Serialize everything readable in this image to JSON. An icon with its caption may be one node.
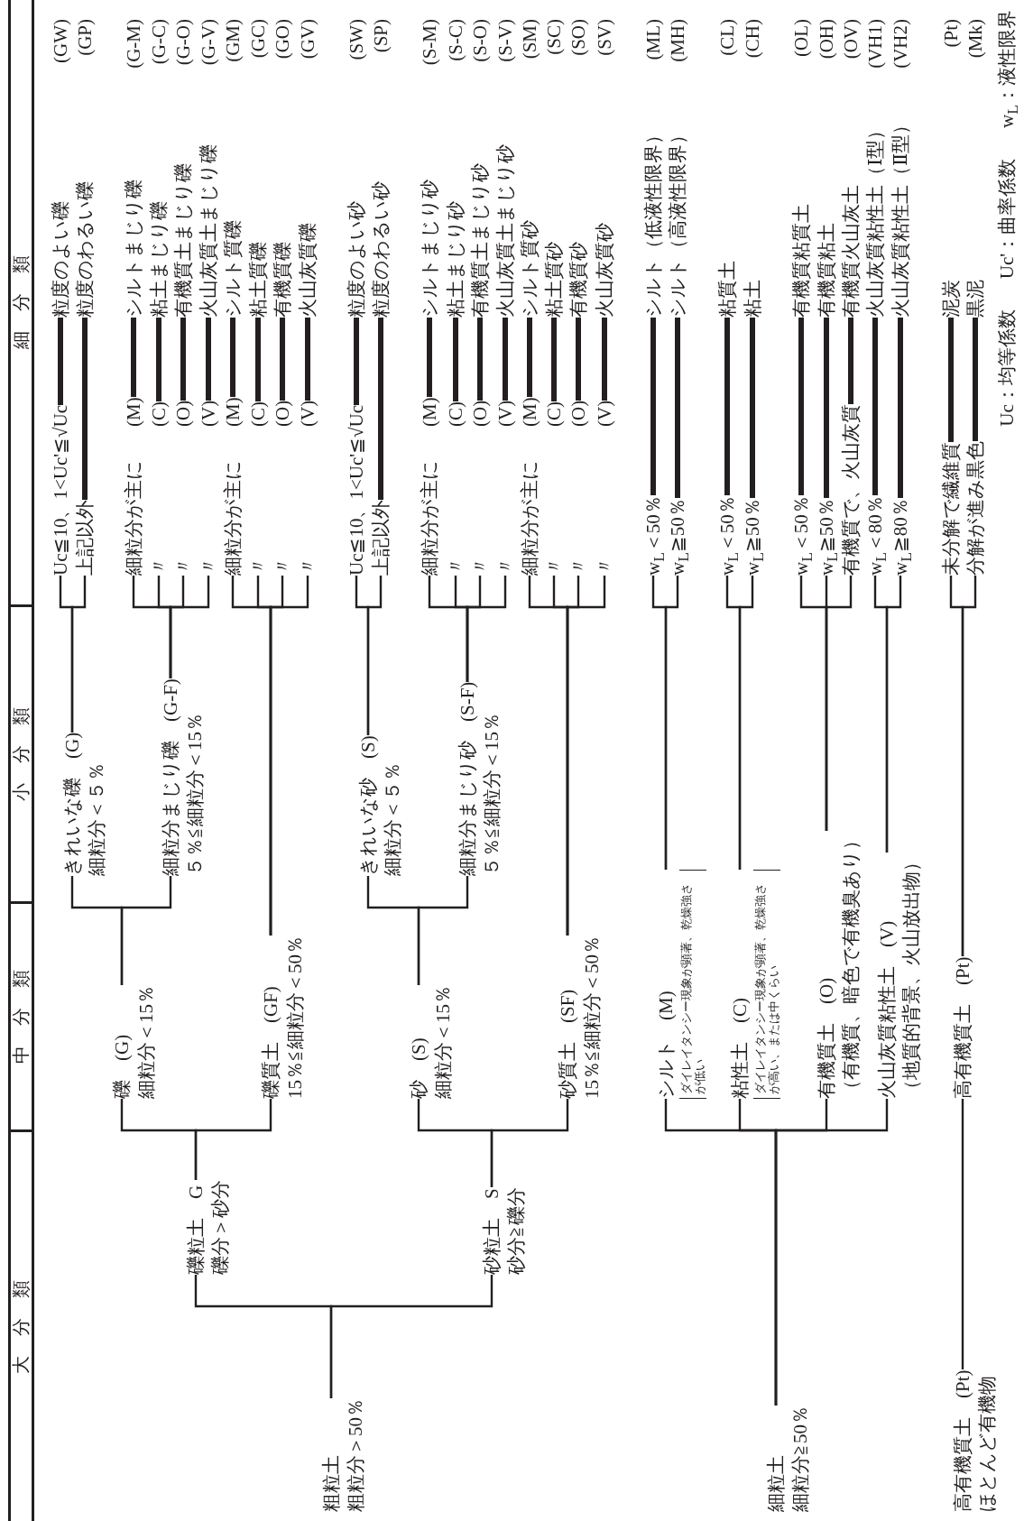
{
  "diagram": {
    "nodes": [
      {
        "text": [
          "粗粒土",
          "粗粒分＞50％"
        ]
      },
      {
        "text": [
          "礫粒土　G",
          "礫分＞砂分"
        ]
      },
      {
        "text": [
          "礫　(G)",
          "細粒分＜15％"
        ]
      },
      {
        "text": [
          "きれいな礫　(G)",
          "細粒分＜５％"
        ]
      },
      {
        "text": [
          "Uc≦10、1<Uc'≦√Uc"
        ]
      },
      {
        "text": [
          "粒度のよい礫",
          "(GW)"
        ]
      },
      {
        "text": [
          "上記以外"
        ]
      },
      {
        "text": [
          "粒度のわるい礫",
          "(GP)"
        ]
      },
      {
        "text": [
          "細粒分まじり礫　(G-F)",
          "５％≦細粒分＜15％"
        ]
      },
      {
        "text": [
          "細粒分が主に",
          "(M)"
        ]
      },
      {
        "text": [
          "シルトまじり礫",
          "(G-M)"
        ]
      },
      {
        "text": [
          "〃",
          "(C)"
        ]
      },
      {
        "text": [
          "粘土まじり礫",
          "(G-C)"
        ]
      },
      {
        "text": [
          "〃",
          "(O)"
        ]
      },
      {
        "text": [
          "有機質土まじり礫",
          "(G-O)"
        ]
      },
      {
        "text": [
          "〃",
          "(V)"
        ]
      },
      {
        "text": [
          "火山灰質土まじり礫",
          "(G-V)"
        ]
      },
      {
        "text": [
          "礫質土　(GF)",
          "15％≦細粒分＜50％"
        ]
      },
      {
        "text": [
          "細粒分が主に",
          "(M)"
        ]
      },
      {
        "text": [
          "シルト質礫",
          "(GM)"
        ]
      },
      {
        "text": [
          "〃",
          "(C)"
        ]
      },
      {
        "text": [
          "粘土質礫",
          "(GC)"
        ]
      },
      {
        "text": [
          "〃",
          "(O)"
        ]
      },
      {
        "text": [
          "有機質礫",
          "(GO)"
        ]
      },
      {
        "text": [
          "〃",
          "(V)"
        ]
      },
      {
        "text": [
          "火山灰質礫",
          "(GV)"
        ]
      },
      {
        "text": [
          "砂粒土　S",
          "砂分≧礫分"
        ]
      },
      {
        "text": [
          "砂　(S)",
          "細粒分＜15％"
        ]
      },
      {
        "text": [
          "きれいな砂　(S)",
          "細粒分＜５％"
        ]
      },
      {
        "text": [
          "Uc≦10、1<Uc'≦√Uc"
        ]
      },
      {
        "text": [
          "粒度のよい砂",
          "(SW)"
        ]
      },
      {
        "text": [
          "上記以外"
        ]
      },
      {
        "text": [
          "粒度のわるい砂",
          "(SP)"
        ]
      },
      {
        "text": [
          "細粒分まじり砂　(S-F)",
          "５％≦細粒分＜15％"
        ]
      },
      {
        "text": [
          "細粒分が主に",
          "(M)"
        ]
      },
      {
        "text": [
          "シルトまじり砂",
          "(S-M)"
        ]
      },
      {
        "text": [
          "〃",
          "(C)"
        ]
      },
      {
        "text": [
          "粘土まじり砂",
          "(S-C)"
        ]
      },
      {
        "text": [
          "〃",
          "(O)"
        ]
      },
      {
        "text": [
          "有機質土まじり砂",
          "(S-O)"
        ]
      },
      {
        "text": [
          "〃",
          "(V)"
        ]
      },
      {
        "text": [
          "火山灰質土まじり砂",
          "(S-V)"
        ]
      },
      {
        "text": [
          "砂質土　(SF)",
          "15％≦細粒分＜50％"
        ]
      },
      {
        "text": [
          "細粒分が主に",
          "(M)"
        ]
      },
      {
        "text": [
          "シルト質砂",
          "(SM)"
        ]
      },
      {
        "text": [
          "〃",
          "(C)"
        ]
      },
      {
        "text": [
          "粘土質砂",
          "(SC)"
        ]
      },
      {
        "text": [
          "〃",
          "(O)"
        ]
      },
      {
        "text": [
          "有機質砂",
          "(SO)"
        ]
      },
      {
        "text": [
          "〃",
          "(V)"
        ]
      },
      {
        "text": [
          "火山灰質砂",
          "(SV)"
        ]
      },
      {
        "text": [
          "細粒土",
          "細粒分≧50％"
        ]
      },
      {
        "text": [
          "シルト　(M)",
          "ダイレイタンシー現象が顕著、乾燥強さが低い"
        ]
      },
      {
        "text": [
          "w$_{L}$＜50％"
        ]
      },
      {
        "text": [
          "シルト（低液性限界）",
          "(ML)"
        ]
      },
      {
        "text": [
          "w$_{L}$≧50％"
        ]
      },
      {
        "text": [
          "シルト（高液性限界）",
          "(MH)"
        ]
      },
      {
        "text": [
          "粘性土　(C)",
          "ダイレイタンシー現象が顕著、乾燥強さが高い、または中くらい"
        ]
      },
      {
        "text": [
          "w$_{L}$＜50％"
        ]
      },
      {
        "text": [
          "粘質土",
          "(CL)"
        ]
      },
      {
        "text": [
          "w$_{L}$≧50％"
        ]
      },
      {
        "text": [
          "粘土",
          "(CH)"
        ]
      },
      {
        "text": [
          "有機質土　(O)",
          "（有機質、暗色で有機臭あり）"
        ]
      },
      {
        "text": [
          "w$_{L}$＜50％"
        ]
      },
      {
        "text": [
          "有機質粘質土",
          "(OL)"
        ]
      },
      {
        "text": [
          "w$_{L}$≧50％"
        ]
      },
      {
        "text": [
          "有機質粘土",
          "(OH)"
        ]
      },
      {
        "text": [
          "有機質で、火山灰質"
        ]
      },
      {
        "text": [
          "有機質火山灰土",
          "(OV)"
        ]
      },
      {
        "text": [
          "火山灰質粘性土　(V)",
          "（地質的背景、火山放出物）"
        ]
      },
      {
        "text": [
          "w$_{L}$＜80％"
        ]
      },
      {
        "text": [
          "火山灰質粘性土（Ⅰ型）",
          "(VH1)"
        ]
      },
      {
        "text": [
          "w$_{L}$≧80％"
        ]
      },
      {
        "text": [
          "火山灰質粘性土（Ⅱ型）",
          "(VH2)"
        ]
      },
      {
        "text": [
          "高有機質土　(Pt)",
          "ほとんど有機物"
        ]
      },
      {
        "text": [
          "高有機質土　(Pt)"
        ]
      },
      {
        "text": [
          "未分解で繊維質"
        ]
      },
      {
        "text": [
          "泥炭",
          "(Pt)"
        ]
      },
      {
        "text": [
          "分解が進み黒色"
        ]
      },
      {
        "text": [
          "黒泥",
          "(Mk)"
        ]
      }
    ],
    "edges": [
      {
        "from": 0,
        "to": 1,
        "arrow": "none"
      },
      {
        "from": 0,
        "to": 26,
        "arrow": "none"
      },
      {
        "from": 1,
        "to": 2,
        "arrow": "none"
      },
      {
        "from": 1,
        "to": 17,
        "arrow": "none"
      },
      {
        "from": 2,
        "to": 3,
        "arrow": "none"
      },
      {
        "from": 2,
        "to": 8,
        "arrow": "none"
      },
      {
        "from": 3,
        "to": 4,
        "arrow": "none"
      },
      {
        "from": 3,
        "to": 6,
        "arrow": "none"
      },
      {
        "from": 4,
        "to": 5,
        "arrow": "none",
        "style": "thick"
      },
      {
        "from": 6,
        "to": 7,
        "arrow": "none",
        "style": "thick"
      },
      {
        "from": 8,
        "to": 9,
        "arrow": "none"
      },
      {
        "from": 8,
        "to": 11,
        "arrow": "none"
      },
      {
        "from": 8,
        "to": 13,
        "arrow": "none"
      },
      {
        "from": 8,
        "to": 15,
        "arrow": "none"
      },
      {
        "from": 9,
        "to": 10,
        "arrow": "none",
        "style": "thick"
      },
      {
        "from": 11,
        "to": 12,
        "arrow": "none",
        "style": "thick"
      },
      {
        "from": 13,
        "to": 14,
        "arrow": "none",
        "style": "thick"
      },
      {
        "from": 15,
        "to": 16,
        "arrow": "none",
        "style": "thick"
      },
      {
        "from": 17,
        "to": 18,
        "arrow": "none"
      },
      {
        "from": 17,
        "to": 20,
        "arrow": "none"
      },
      {
        "from": 17,
        "to": 22,
        "arrow": "none"
      },
      {
        "from": 17,
        "to": 24,
        "arrow": "none"
      },
      {
        "from": 18,
        "to": 19,
        "arrow": "none",
        "style": "thick"
      },
      {
        "from": 20,
        "to": 21,
        "arrow": "none",
        "style": "thick"
      },
      {
        "from": 22,
        "to": 23,
        "arrow": "none",
        "style": "thick"
      },
      {
        "from": 24,
        "to": 25,
        "arrow": "none",
        "style": "thick"
      },
      {
        "from": 26,
        "to": 27,
        "arrow": "none"
      },
      {
        "from": 26,
        "to": 42,
        "arrow": "none"
      },
      {
        "from": 27,
        "to": 28,
        "arrow": "none"
      },
      {
        "from": 27,
        "to": 33,
        "arrow": "none"
      },
      {
        "from": 28,
        "to": 29,
        "arrow": "none"
      },
      {
        "from": 28,
        "to": 31,
        "arrow": "none"
      },
      {
        "from": 29,
        "to": 30,
        "arrow": "none",
        "style": "thick"
      },
      {
        "from": 31,
        "to": 32,
        "arrow": "none",
        "style": "thick"
      },
      {
        "from": 33,
        "to": 34,
        "arrow": "none"
      },
      {
        "from": 33,
        "to": 36,
        "arrow": "none"
      },
      {
        "from": 33,
        "to": 38,
        "arrow": "none"
      },
      {
        "from": 33,
        "to": 40,
        "arrow": "none"
      },
      {
        "from": 34,
        "to": 35,
        "arrow": "none",
        "style": "thick"
      },
      {
        "from": 36,
        "to": 37,
        "arrow": "none",
        "style": "thick"
      },
      {
        "from": 38,
        "to": 39,
        "arrow": "none",
        "style": "thick"
      },
      {
        "from": 40,
        "to": 41,
        "arrow": "none",
        "style": "thick"
      },
      {
        "from": 42,
        "to": 43,
        "arrow": "none"
      },
      {
        "from": 42,
        "to": 45,
        "arrow": "none"
      },
      {
        "from": 42,
        "to": 47,
        "arrow": "none"
      },
      {
        "from": 42,
        "to": 49,
        "arrow": "none"
      },
      {
        "from": 43,
        "to": 44,
        "arrow": "none",
        "style": "thick"
      },
      {
        "from": 45,
        "to": 46,
        "arrow": "none",
        "style": "thick"
      },
      {
        "from": 47,
        "to": 48,
        "arrow": "none",
        "style": "thick"
      },
      {
        "from": 49,
        "to": 50,
        "arrow": "none",
        "style": "thick"
      },
      {
        "from": 51,
        "to": 52,
        "arrow": "none"
      },
      {
        "from": 51,
        "to": 57,
        "arrow": "none"
      },
      {
        "from": 51,
        "to": 62,
        "arrow": "none"
      },
      {
        "from": 51,
        "to": 69,
        "arrow": "none"
      },
      {
        "from": 52,
        "to": 53,
        "arrow": "none"
      },
      {
        "from": 52,
        "to": 55,
        "arrow": "none"
      },
      {
        "from": 53,
        "to": 54,
        "arrow": "none",
        "style": "thick"
      },
      {
        "from": 55,
        "to": 56,
        "arrow": "none",
        "style": "thick"
      },
      {
        "from": 57,
        "to": 58,
        "arrow": "none"
      },
      {
        "from": 57,
        "to": 60,
        "arrow": "none"
      },
      {
        "from": 58,
        "to": 59,
        "arrow": "none",
        "style": "thick"
      },
      {
        "from": 60,
        "to": 61,
        "arrow": "none",
        "style": "thick"
      },
      {
        "from": 62,
        "to": 63,
        "arrow": "none"
      },
      {
        "from": 62,
        "to": 65,
        "arrow": "none"
      },
      {
        "from": 62,
        "to": 67,
        "arrow": "none"
      },
      {
        "from": 63,
        "to": 64,
        "arrow": "none",
        "style": "thick"
      },
      {
        "from": 65,
        "to": 66,
        "arrow": "none",
        "style": "thick"
      },
      {
        "from": 67,
        "to": 68,
        "arrow": "none",
        "style": "thick"
      },
      {
        "from": 69,
        "to": 70,
        "arrow": "none"
      },
      {
        "from": 69,
        "to": 72,
        "arrow": "none"
      },
      {
        "from": 70,
        "to": 71,
        "arrow": "none",
        "style": "thick"
      },
      {
        "from": 72,
        "to": 73,
        "arrow": "none",
        "style": "thick"
      },
      {
        "from": 74,
        "to": 75,
        "arrow": "none"
      },
      {
        "from": 75,
        "to": 76,
        "arrow": "none"
      },
      {
        "from": 75,
        "to": 78,
        "arrow": "none"
      },
      {
        "from": 76,
        "to": 77,
        "arrow": "none",
        "style": "thick"
      },
      {
        "from": 78,
        "to": 79,
        "arrow": "none",
        "style": "thick"
      }
    ],
    "labels": [
      "大分類",
      "中分類",
      "小分類",
      "細分類",
      "Uc：均等係数",
      "Uc'：曲率係数",
      "w$_{L}$：液性限界"
    ]
  }
}
